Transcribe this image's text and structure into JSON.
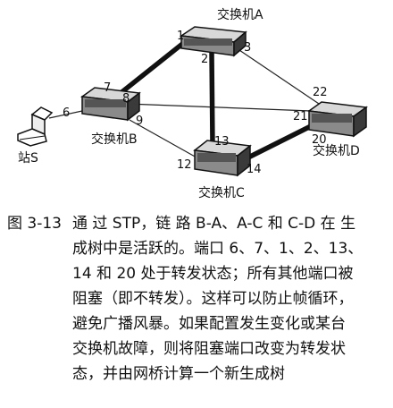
{
  "diagram": {
    "switches": {
      "A": "交换机A",
      "B": "交换机B",
      "C": "交换机C",
      "D": "交换机D"
    },
    "station": "站S",
    "ports": {
      "p1": "1",
      "p2": "2",
      "p3": "3",
      "p6": "6",
      "p7": "7",
      "p8": "8",
      "p9": "9",
      "p12": "12",
      "p13": "13",
      "p14": "14",
      "p20": "20",
      "p21": "21",
      "p22": "22"
    },
    "links": [
      {
        "from": "B",
        "to": "A",
        "active": true
      },
      {
        "from": "A",
        "to": "C",
        "active": true
      },
      {
        "from": "C",
        "to": "D",
        "active": true
      },
      {
        "from": "A",
        "to": "D",
        "active": false
      },
      {
        "from": "B",
        "to": "D",
        "active": false
      },
      {
        "from": "B",
        "to": "C",
        "active": false
      },
      {
        "from": "S",
        "to": "B",
        "active": false
      }
    ]
  },
  "caption": {
    "label": "图 3-13",
    "lines": [
      "通 过 STP，链 路 B-A、A-C 和 C-D 在 生",
      "成树中是活跃的。端口 6、7、1、2、13、",
      "14 和 20 处于转发状态；所有其他端口被",
      "阻塞（即不转发）。这样可以防止帧循环，",
      "避免广播风暴。如果配置发生变化或某台",
      "交换机故障，则将阻塞端口改变为转发状",
      "态，并由网桥计算一个新生成树"
    ]
  }
}
